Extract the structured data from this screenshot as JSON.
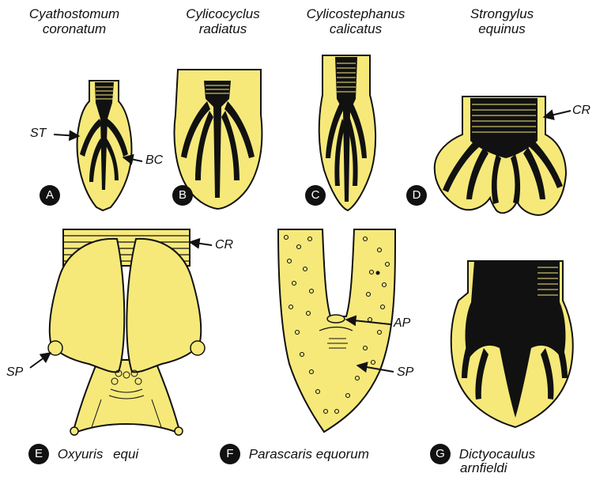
{
  "colors": {
    "tissue": "#f6e97a",
    "outline": "#111111",
    "badge": "#111111",
    "badge_text": "#ffffff"
  },
  "panels": [
    {
      "id": "A",
      "species_line1": "Cyathostomum",
      "species_line2": "coronatum"
    },
    {
      "id": "B",
      "species_line1": "Cylicocyclus",
      "species_line2": "radiatus"
    },
    {
      "id": "C",
      "species_line1": "Cylicostephanus",
      "species_line2": "calicatus"
    },
    {
      "id": "D",
      "species_line1": "Strongylus",
      "species_line2": "equinus"
    },
    {
      "id": "E",
      "species_line1": "Oxyuris equi",
      "species_line2": ""
    },
    {
      "id": "F",
      "species_line1": "Parascaris equorum",
      "species_line2": ""
    },
    {
      "id": "G",
      "species_line1": "Dictyocaulus",
      "species_line2": "arnfieldi"
    }
  ],
  "pointer_labels": {
    "a_st": "ST",
    "a_bc": "BC",
    "d_cr": "CR",
    "e_cr": "CR",
    "e_sp": "SP",
    "f_ap": "AP",
    "f_sp": "SP"
  }
}
